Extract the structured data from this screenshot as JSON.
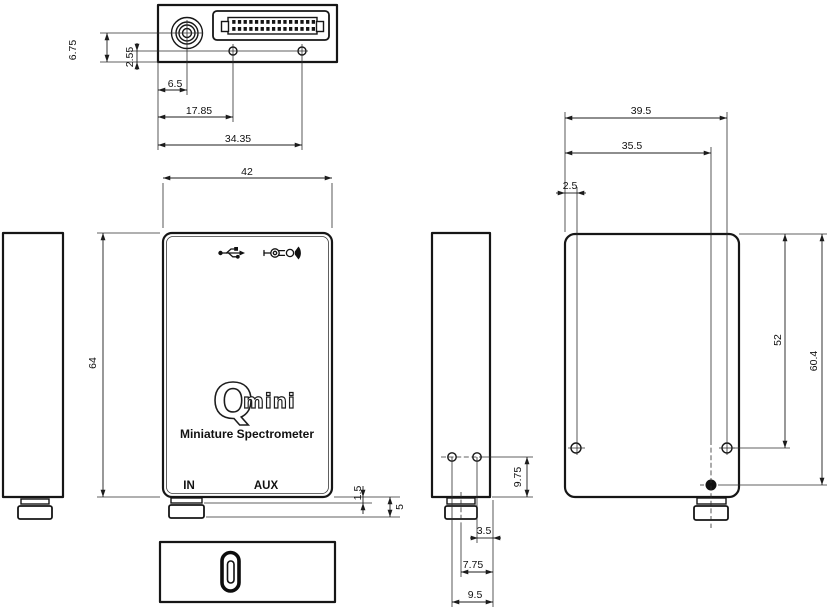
{
  "product": {
    "logo_q": "Q",
    "logo_mini": "mini",
    "tagline": "Miniature Spectrometer",
    "label_in": "IN",
    "label_aux": "AUX"
  },
  "icons": {
    "usb": "usb-icon",
    "trigger": "trigger-plug-icon",
    "status_led": "status-led-icon"
  },
  "dimensions": {
    "top_view": {
      "sma_center_to_front": "6.75",
      "screw_holes_to_front": "2.55",
      "sma_center_from_left": "6.5",
      "screw_hole_1_from_left": "17.85",
      "screw_hole_2_from_left": "34.35"
    },
    "front_view": {
      "body_width": "42",
      "body_height": "64",
      "connector_lip": "1.5",
      "connector_height": "5"
    },
    "side_view": {
      "screw_holes_to_bottom": "9.75",
      "screw_hole_2_to_back": "3.5",
      "connector_axis_to_back": "7.75",
      "screw_hole_1_to_back": "9.5"
    },
    "back_view": {
      "screw_hole_right_from_left": "39.5",
      "sma_axis_from_left": "35.5",
      "screw_hole_left_from_left": "2.5",
      "screw_holes_from_top": "52",
      "sma_center_from_top": "60.4"
    }
  },
  "colors": {
    "line": "#1a1a1a",
    "background": "#ffffff"
  }
}
